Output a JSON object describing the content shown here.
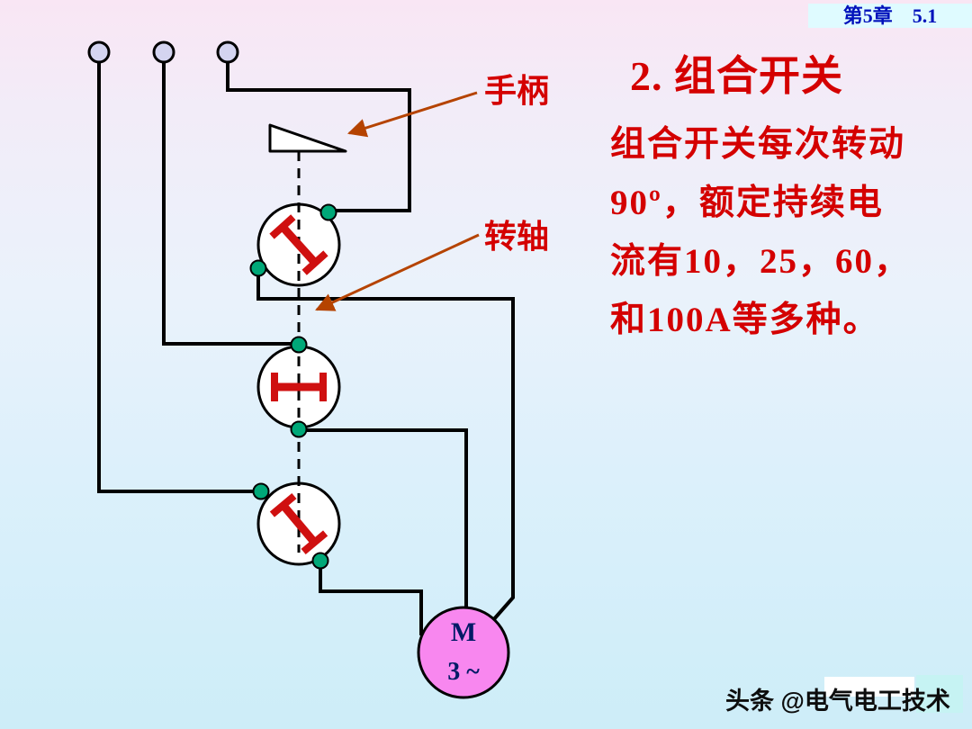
{
  "badge": {
    "label": "第5章　5.1"
  },
  "title": {
    "label": "2. 组合开关"
  },
  "paragraph": {
    "lines": [
      "组合开关每次转动",
      "90º，额定持续电",
      "流有10，25，60，",
      "和100A等多种。"
    ]
  },
  "callouts": {
    "handle": "手柄",
    "shaft": "转轴"
  },
  "motor": {
    "letter": "M",
    "phase": "3 ~"
  },
  "watermark": {
    "text": "头条 @电气电工技术"
  },
  "colors": {
    "text_red": "#d40000",
    "badge_blue": "#0011bb",
    "badge_bg": "#dffbff",
    "wire_black": "#000000",
    "contact_green": "#00a878",
    "motor_pink": "#f887ef",
    "motor_text": "#001a66",
    "arrow_brown": "#b54300",
    "terminal_lavender": "#d4d4f0",
    "bg_top": "#f9e6f4",
    "bg_bottom": "#cdedf8"
  }
}
